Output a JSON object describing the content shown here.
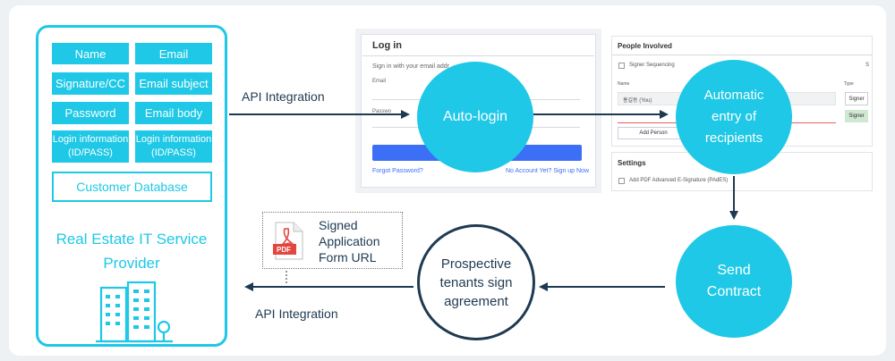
{
  "provider": {
    "fields": [
      {
        "key": "name",
        "label": "Name"
      },
      {
        "key": "email",
        "label": "Email"
      },
      {
        "key": "signature_cc",
        "label": "Signature/CC"
      },
      {
        "key": "email_subject",
        "label": "Email subject"
      },
      {
        "key": "password",
        "label": "Password"
      },
      {
        "key": "email_body",
        "label": "Email body"
      },
      {
        "key": "login_info_1",
        "label": "Login information (ID/PASS)"
      },
      {
        "key": "login_info_2",
        "label": "Login information (ID/PASS)"
      }
    ],
    "database_label": "Customer Database",
    "title_line1": "Real Estate IT Service",
    "title_line2": "Provider"
  },
  "flow": {
    "api_integration_top": "API Integration",
    "api_integration_bottom": "API Integration",
    "auto_login": "Auto-login",
    "automatic_entry_line1": "Automatic",
    "automatic_entry_line2": "entry of",
    "automatic_entry_line3": "recipients",
    "send_contract_line1": "Send",
    "send_contract_line2": "Contract",
    "tenants_line1": "Prospective",
    "tenants_line2": "tenants sign",
    "tenants_line3": "agreement",
    "signed_line1": "Signed",
    "signed_line2": "Application",
    "signed_line3": "Form URL",
    "pdf_badge": "PDF"
  },
  "login_mock": {
    "title": "Log in",
    "subtitle": "Sign in with your email addr",
    "email_label": "Email",
    "password_label": "Passwo",
    "forgot": "Forgot Password?",
    "signup": "No Account Yet? Sign up Now"
  },
  "people_mock": {
    "title": "People Involved",
    "signer_sequencing": "Signer Sequencing",
    "name_header": "Name",
    "type_header": "Type",
    "person_name": "홍길동 (You)",
    "signer_type_1": "Signer",
    "signer_type_2": "Signer",
    "add_person": "Add Person",
    "settings_title": "Settings",
    "settings_option": "Add PDF Advanced E-Signature (PAdES)"
  },
  "colors": {
    "accent": "#1ec8e6",
    "navy": "#1e3a52"
  }
}
